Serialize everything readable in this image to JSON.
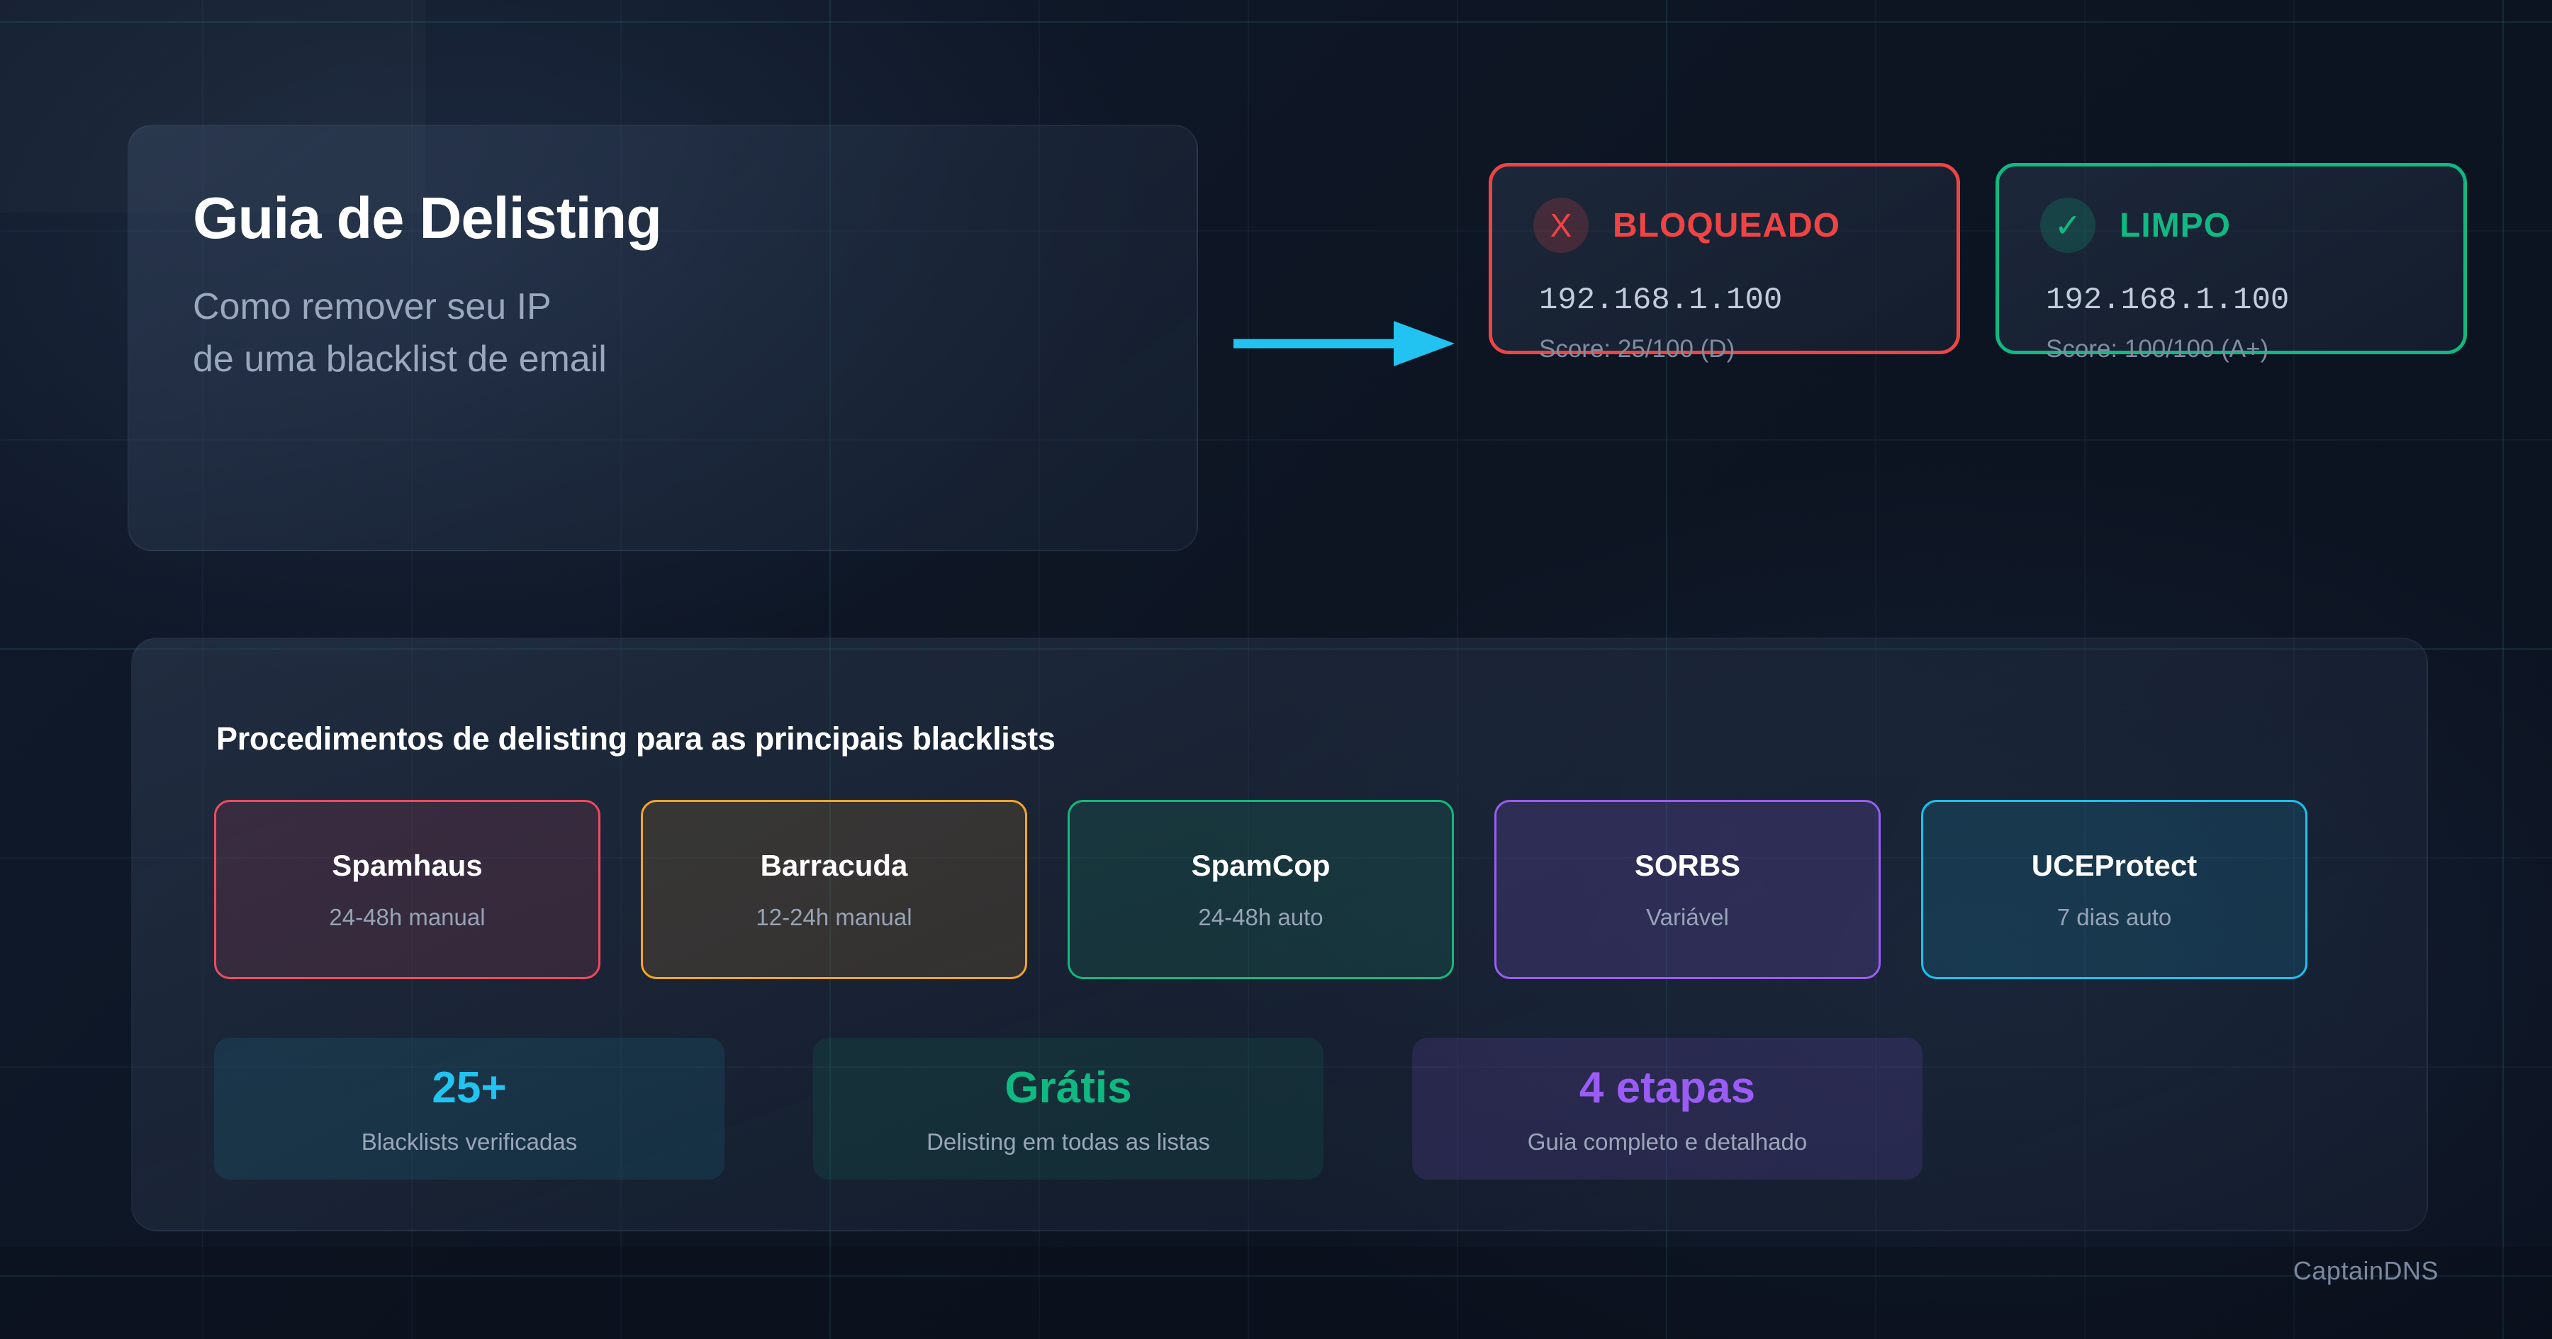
{
  "hero": {
    "title": "Guia de Delisting",
    "subtitle_line1": "Como remover seu IP",
    "subtitle_line2": "de uma blacklist de email"
  },
  "arrow": {
    "icon": "arrow-right-icon",
    "color": "#22c3f0"
  },
  "status_cards": [
    {
      "id": "blocked",
      "icon": "x-mark-icon",
      "icon_glyph": "X",
      "label": "BLOQUEADO",
      "ip": "192.168.1.100",
      "score": "Score: 25/100 (D)",
      "color": "#ef4444"
    },
    {
      "id": "clean",
      "icon": "check-mark-icon",
      "icon_glyph": "✓",
      "label": "LIMPO",
      "ip": "192.168.1.100",
      "score": "Score: 100/100 (A+)",
      "color": "#10b981"
    }
  ],
  "panel": {
    "title": "Procedimentos de delisting para as principais blacklists",
    "blacklists": [
      {
        "name": "Spamhaus",
        "time": "24-48h manual",
        "border": "#f2495c",
        "fill": "rgba(242,73,92,.13)"
      },
      {
        "name": "Barracuda",
        "time": "12-24h manual",
        "border": "#f5a524",
        "fill": "rgba(245,165,36,.13)"
      },
      {
        "name": "SpamCop",
        "time": "24-48h auto",
        "border": "#14b87a",
        "fill": "rgba(20,184,122,.13)"
      },
      {
        "name": "SORBS",
        "time": "Variável",
        "border": "#9b5cf6",
        "fill": "rgba(155,92,246,.17)"
      },
      {
        "name": "UCEProtect",
        "time": "7 dias auto",
        "border": "#18c3ef",
        "fill": "rgba(24,195,239,.13)"
      }
    ],
    "stats": [
      {
        "value": "25+",
        "label": "Blacklists verificadas",
        "color": "#22c3f0",
        "fill": "rgba(34,195,240,.10)"
      },
      {
        "value": "Grátis",
        "label": "Delisting em todas as listas",
        "color": "#10b981",
        "fill": "rgba(16,185,129,.10)"
      },
      {
        "value": "4 etapas",
        "label": "Guia completo e detalhado",
        "color": "#9b5cf6",
        "fill": "rgba(155,92,246,.14)"
      }
    ]
  },
  "footer": {
    "brand": "CaptainDNS"
  }
}
